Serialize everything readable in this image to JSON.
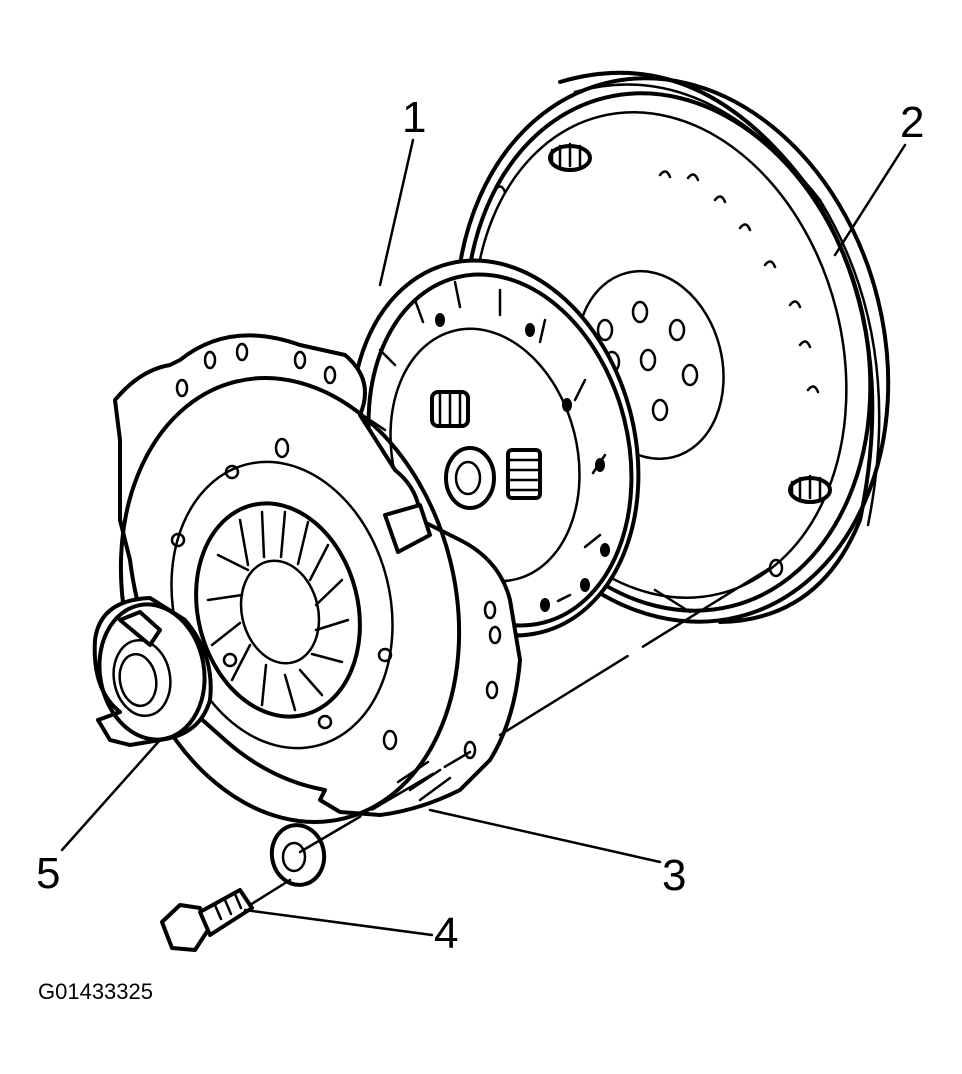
{
  "figure_id": "G01433325",
  "callouts": {
    "c1": "1",
    "c2": "2",
    "c3": "3",
    "c4": "4",
    "c5": "5"
  }
}
